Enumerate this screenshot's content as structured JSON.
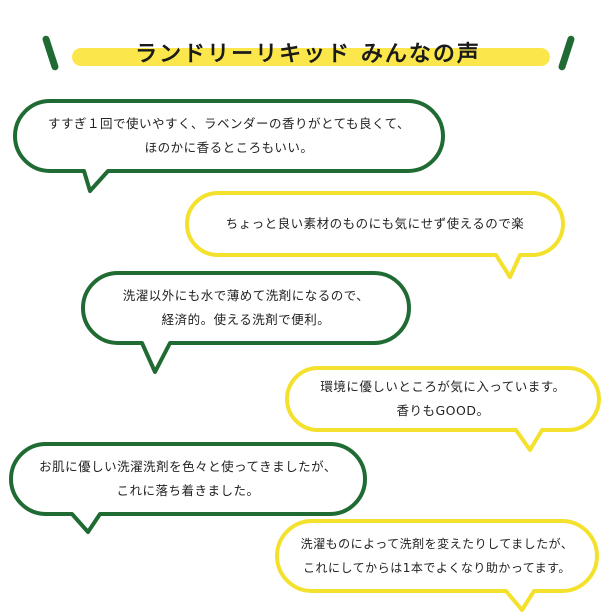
{
  "title": "ランドリーリキッド みんなの声",
  "colors": {
    "green": "#1f6b33",
    "yellow": "#f4e12d",
    "highlight": "#fbe74c"
  },
  "testimonials": [
    {
      "line1": "すすぎ１回で使いやすく、ラベンダーの香りがとても良くて、",
      "line2": "ほのかに香るところもいい。"
    },
    {
      "line1": "ちょっと良い素材のものにも気にせず使えるので楽",
      "line2": ""
    },
    {
      "line1": "洗濯以外にも水で薄めて洗剤になるので、",
      "line2": "経済的。使える洗剤で便利。"
    },
    {
      "line1": "環境に優しいところが気に入っています。",
      "line2": "香りもGOOD。"
    },
    {
      "line1": "お肌に優しい洗濯洗剤を色々と使ってきましたが、",
      "line2": "これに落ち着きました。"
    },
    {
      "line1": "洗濯ものによって洗剤を変えたりしてましたが、",
      "line2": "これにしてからは1本でよくなり助かってます。"
    }
  ]
}
